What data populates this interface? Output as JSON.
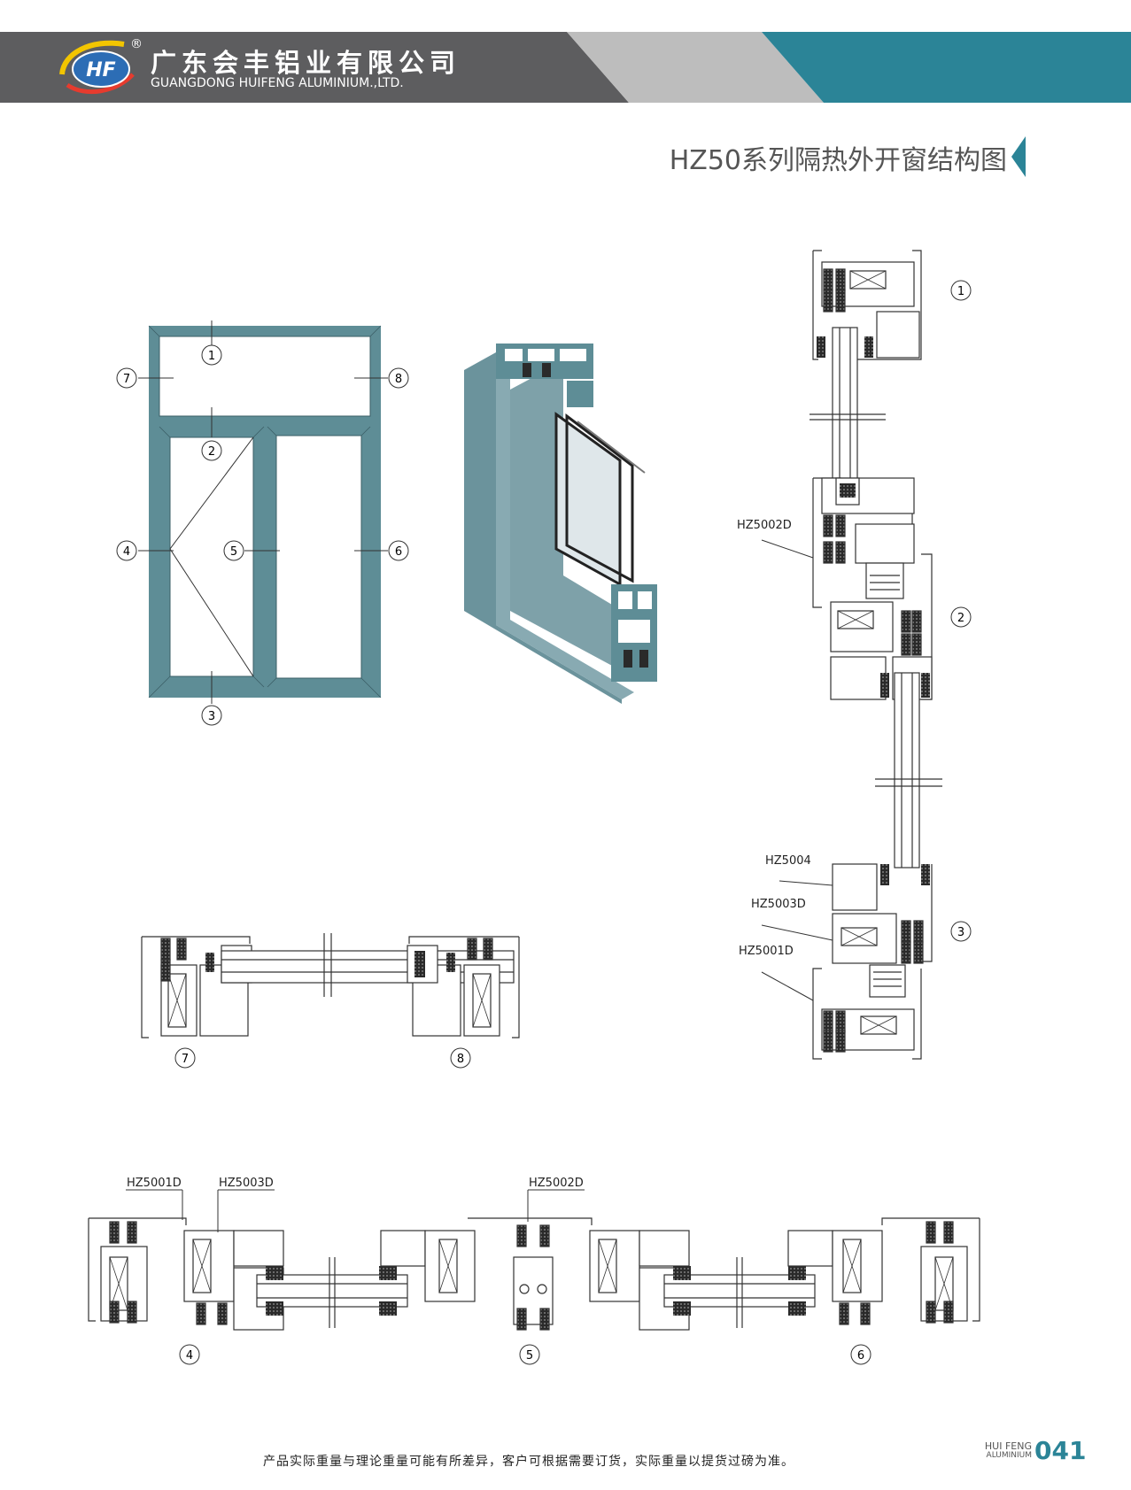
{
  "header": {
    "logo_text": "HF",
    "registered_mark": "®",
    "company_cn": "广东会丰铝业有限公司",
    "company_en": "GUANGDONG HUIFENG ALUMINIUM.,LTD."
  },
  "page_title": "HZ50系列隔热外开窗结构图",
  "elevation_markers": [
    "1",
    "2",
    "3",
    "4",
    "5",
    "6",
    "7",
    "8"
  ],
  "section_labels": {
    "vertical": [
      "HZ5002D",
      "HZ5004",
      "HZ5003D",
      "HZ5001D"
    ],
    "horizontal_bottom": [
      "HZ5001D",
      "HZ5003D",
      "HZ5002D"
    ]
  },
  "section_markers": {
    "vertical": [
      "1",
      "2",
      "3"
    ],
    "mid": [
      "7",
      "8"
    ],
    "bottom": [
      "4",
      "5",
      "6"
    ]
  },
  "footer": {
    "note": "产品实际重量与理论重量可能有所差异，客户可根据需要订货，实际重量以提货过磅为准。",
    "brand_line1": "HUI FENG",
    "brand_line2": "ALUMINIUM",
    "page_number": "041"
  },
  "colors": {
    "header_dark": "#5d5d5f",
    "header_light": "#bdbdbd",
    "accent_teal": "#2b8497",
    "frame_teal": "#5e8d96",
    "profile_teal": "#6b939c"
  }
}
